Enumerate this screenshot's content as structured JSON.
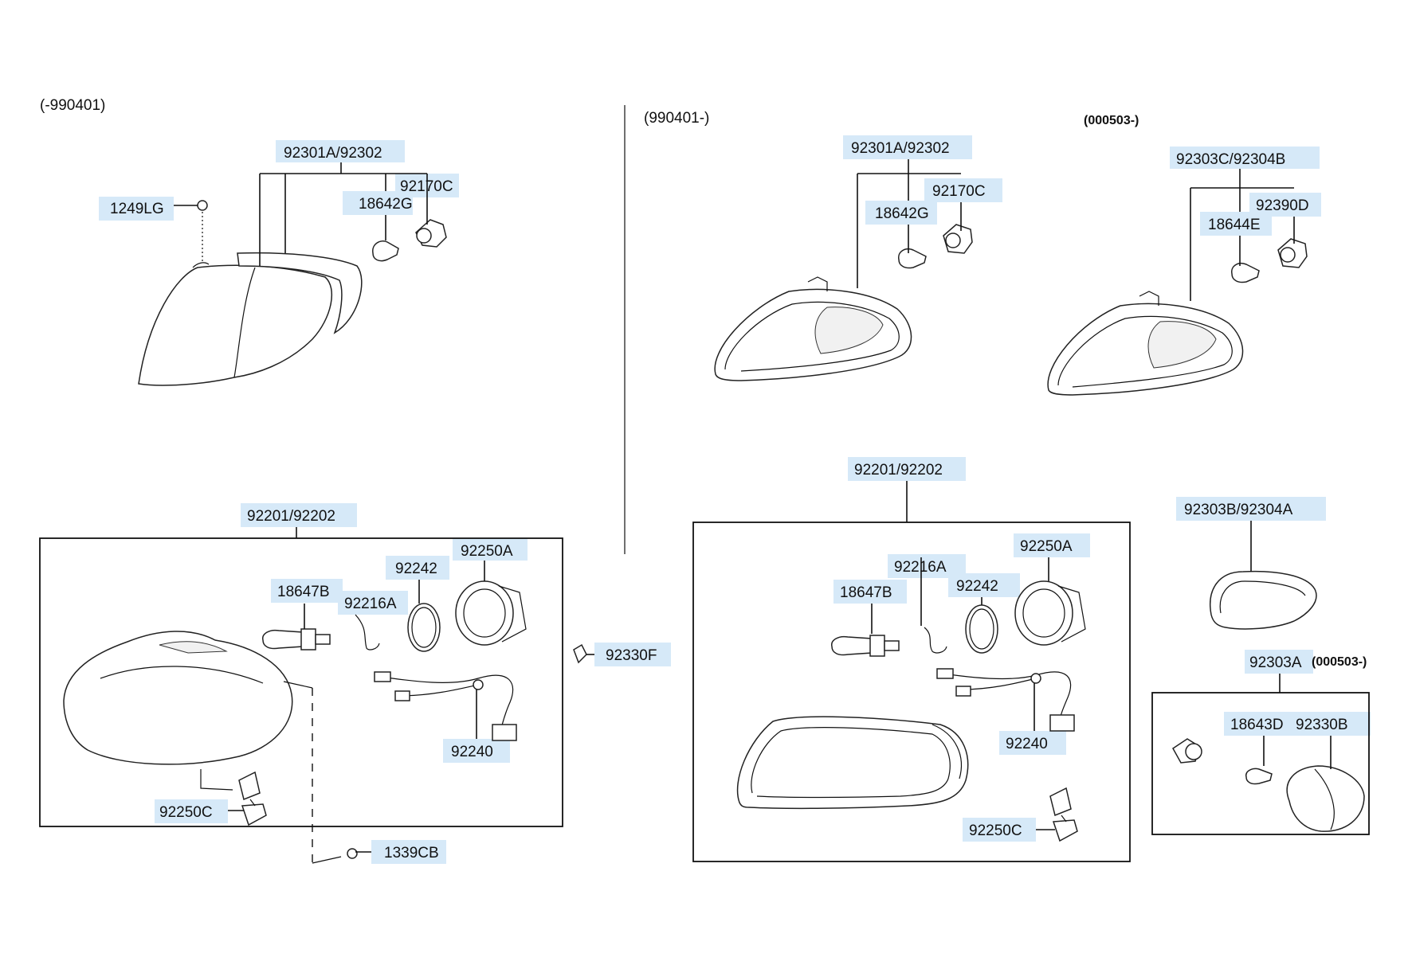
{
  "left_range": "(-990401)",
  "right_range": "(990401-)",
  "variant_note": "(000503-)",
  "variant_note_side": "(000503-)",
  "labels": {
    "l_92301A": "92301A/92302",
    "l_1249LG": "1249LG",
    "l_92170C": "92170C",
    "l_18642G": "18642G",
    "l_92201": "92201/92202",
    "l_18647B": "18647B",
    "l_92216A": "92216A",
    "l_92242": "92242",
    "l_92250A": "92250A",
    "l_92240": "92240",
    "l_92250C": "92250C",
    "l_1339CB": "1339CB",
    "c_92330F": "92330F",
    "r_92301A": "92301A/92302",
    "r_92170C": "92170C",
    "r_18642G": "18642G",
    "r_92303C": "92303C/92304B",
    "r_92390D": "92390D",
    "r_18644E": "18644E",
    "r_92201": "92201/92202",
    "r_92216A": "92216A",
    "r_92250A": "92250A",
    "r_18647B": "18647B",
    "r_92242": "92242",
    "r_92240": "92240",
    "r_92250C": "92250C",
    "r_92303B": "92303B/92304A",
    "r_92303A": "92303A",
    "r_18643D": "18643D",
    "r_92330B": "92330B"
  }
}
